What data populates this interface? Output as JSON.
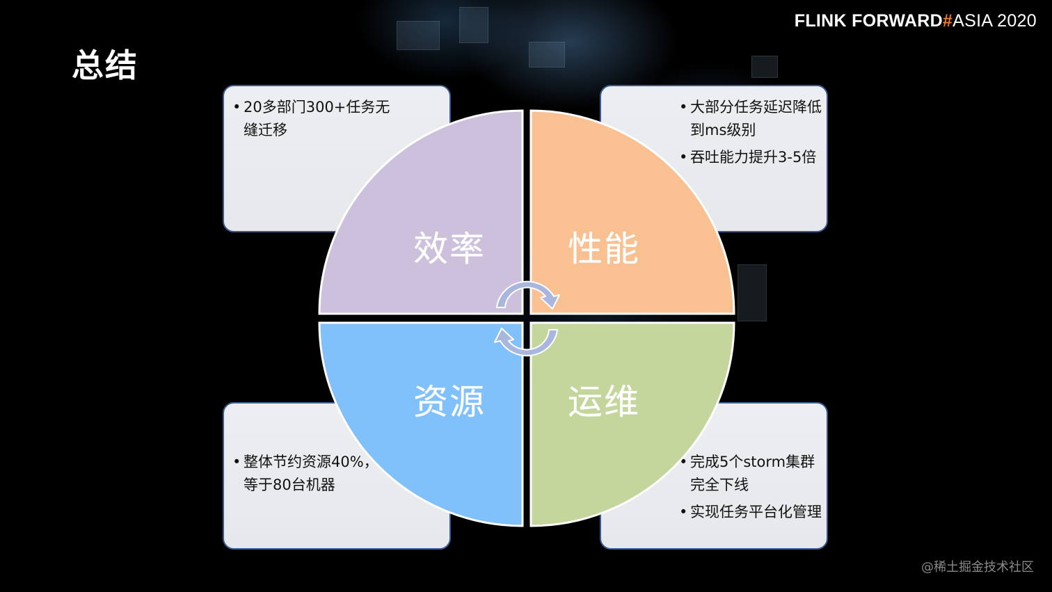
{
  "header": {
    "brand_part1": "FLINK FORWARD",
    "brand_hash": "#",
    "brand_part2": "ASIA 2020",
    "title": "总结"
  },
  "quadrants": [
    {
      "id": "efficiency",
      "label": "效率",
      "color": "#ccc0dc",
      "position": "top-left",
      "bullets": [
        "20多部门300+任务无缝迁移"
      ]
    },
    {
      "id": "performance",
      "label": "性能",
      "color": "#f9c091",
      "position": "top-right",
      "bullets": [
        "大部分任务延迟降低到ms级别",
        "吞吐能力提升3-5倍"
      ]
    },
    {
      "id": "resources",
      "label": "资源",
      "color": "#80c0fb",
      "position": "bottom-left",
      "bullets": [
        "整体节约资源40%，等于80台机器"
      ]
    },
    {
      "id": "operations",
      "label": "运维",
      "color": "#c4d69c",
      "position": "bottom-right",
      "bullets": [
        "完成5个storm集群完全下线",
        "实现任务平台化管理"
      ]
    }
  ],
  "cycle_arrows": {
    "color": "#a9b6dd",
    "icon": "cycle-arrows-icon"
  },
  "colors": {
    "card_border": "#3a5b93",
    "card_bg": "#eceef2",
    "brand_hash": "#f47b20"
  },
  "watermark": "@稀土掘金技术社区"
}
